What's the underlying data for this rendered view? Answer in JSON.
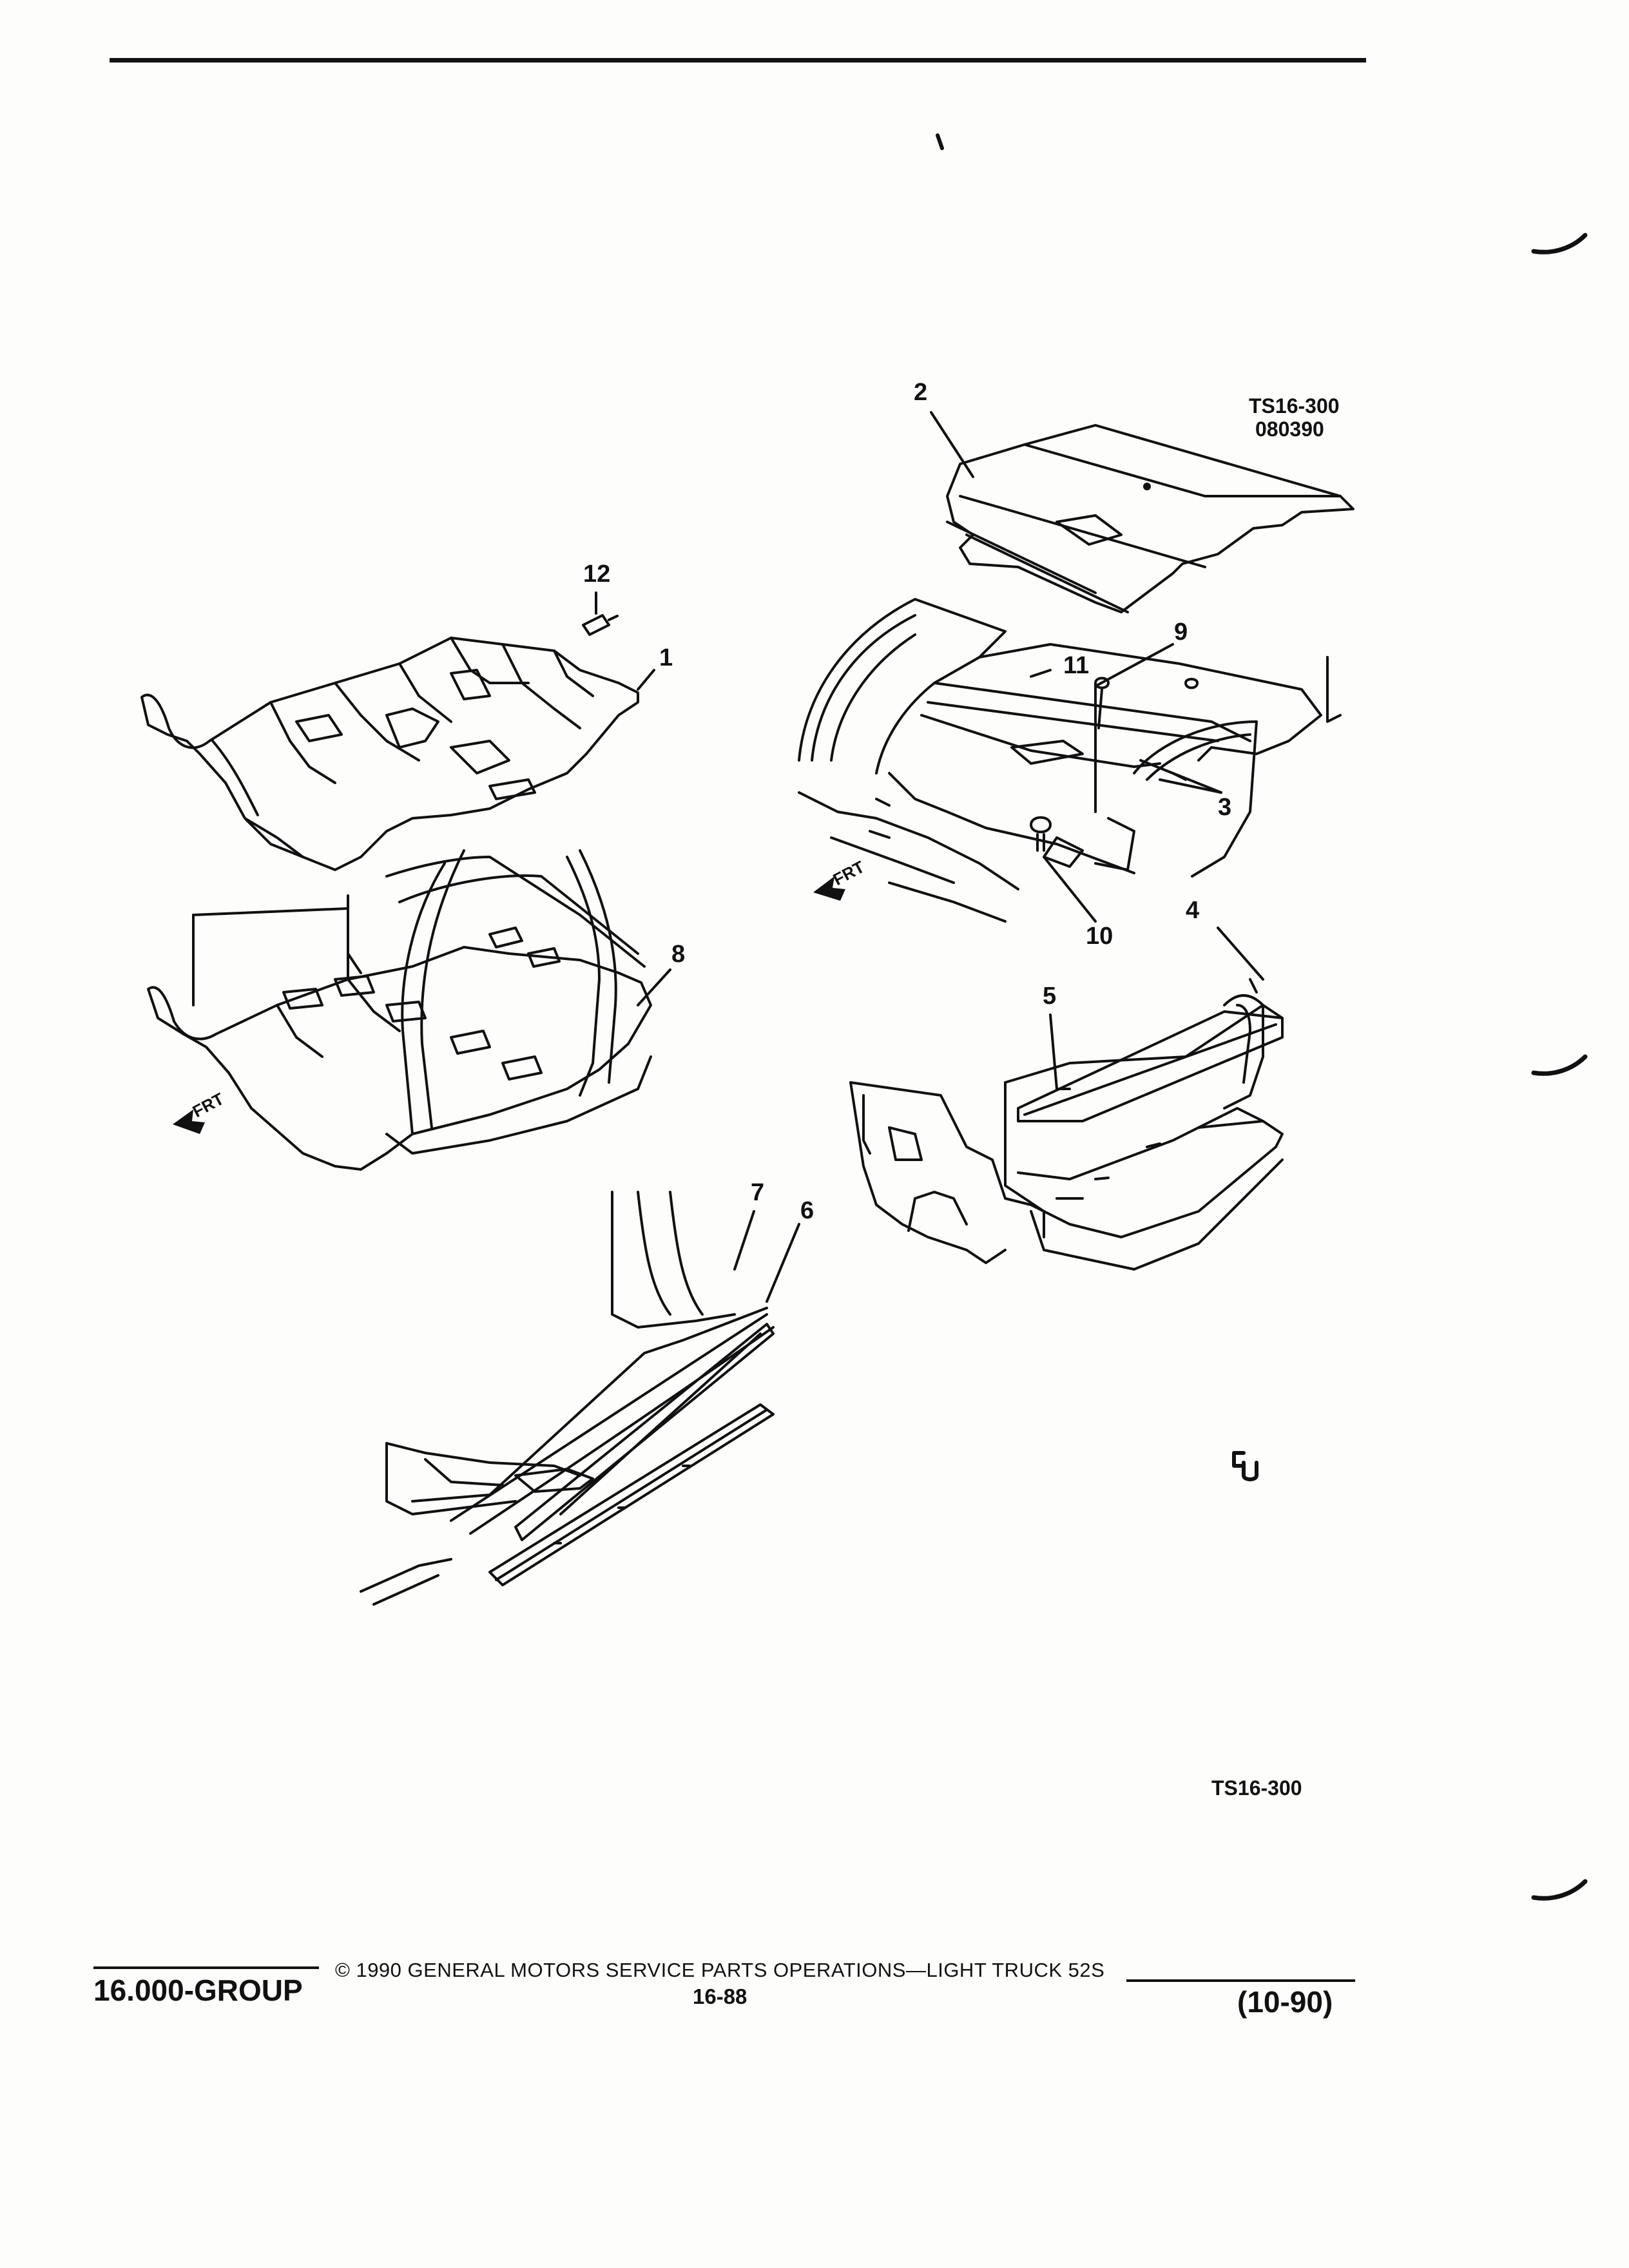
{
  "figure": {
    "ref_id": "TS16-300",
    "ref_date": "080390",
    "bottom_ref": "TS16-300",
    "frt_label": "FRT",
    "callouts": [
      "1",
      "2",
      "3",
      "4",
      "5",
      "6",
      "7",
      "8",
      "9",
      "10",
      "11",
      "12"
    ]
  },
  "footer": {
    "copyright": "© 1990 GENERAL MOTORS SERVICE PARTS OPERATIONS—LIGHT TRUCK 52S",
    "group": "16.000-GROUP",
    "page": "16-88",
    "revision": "(10-90)"
  }
}
